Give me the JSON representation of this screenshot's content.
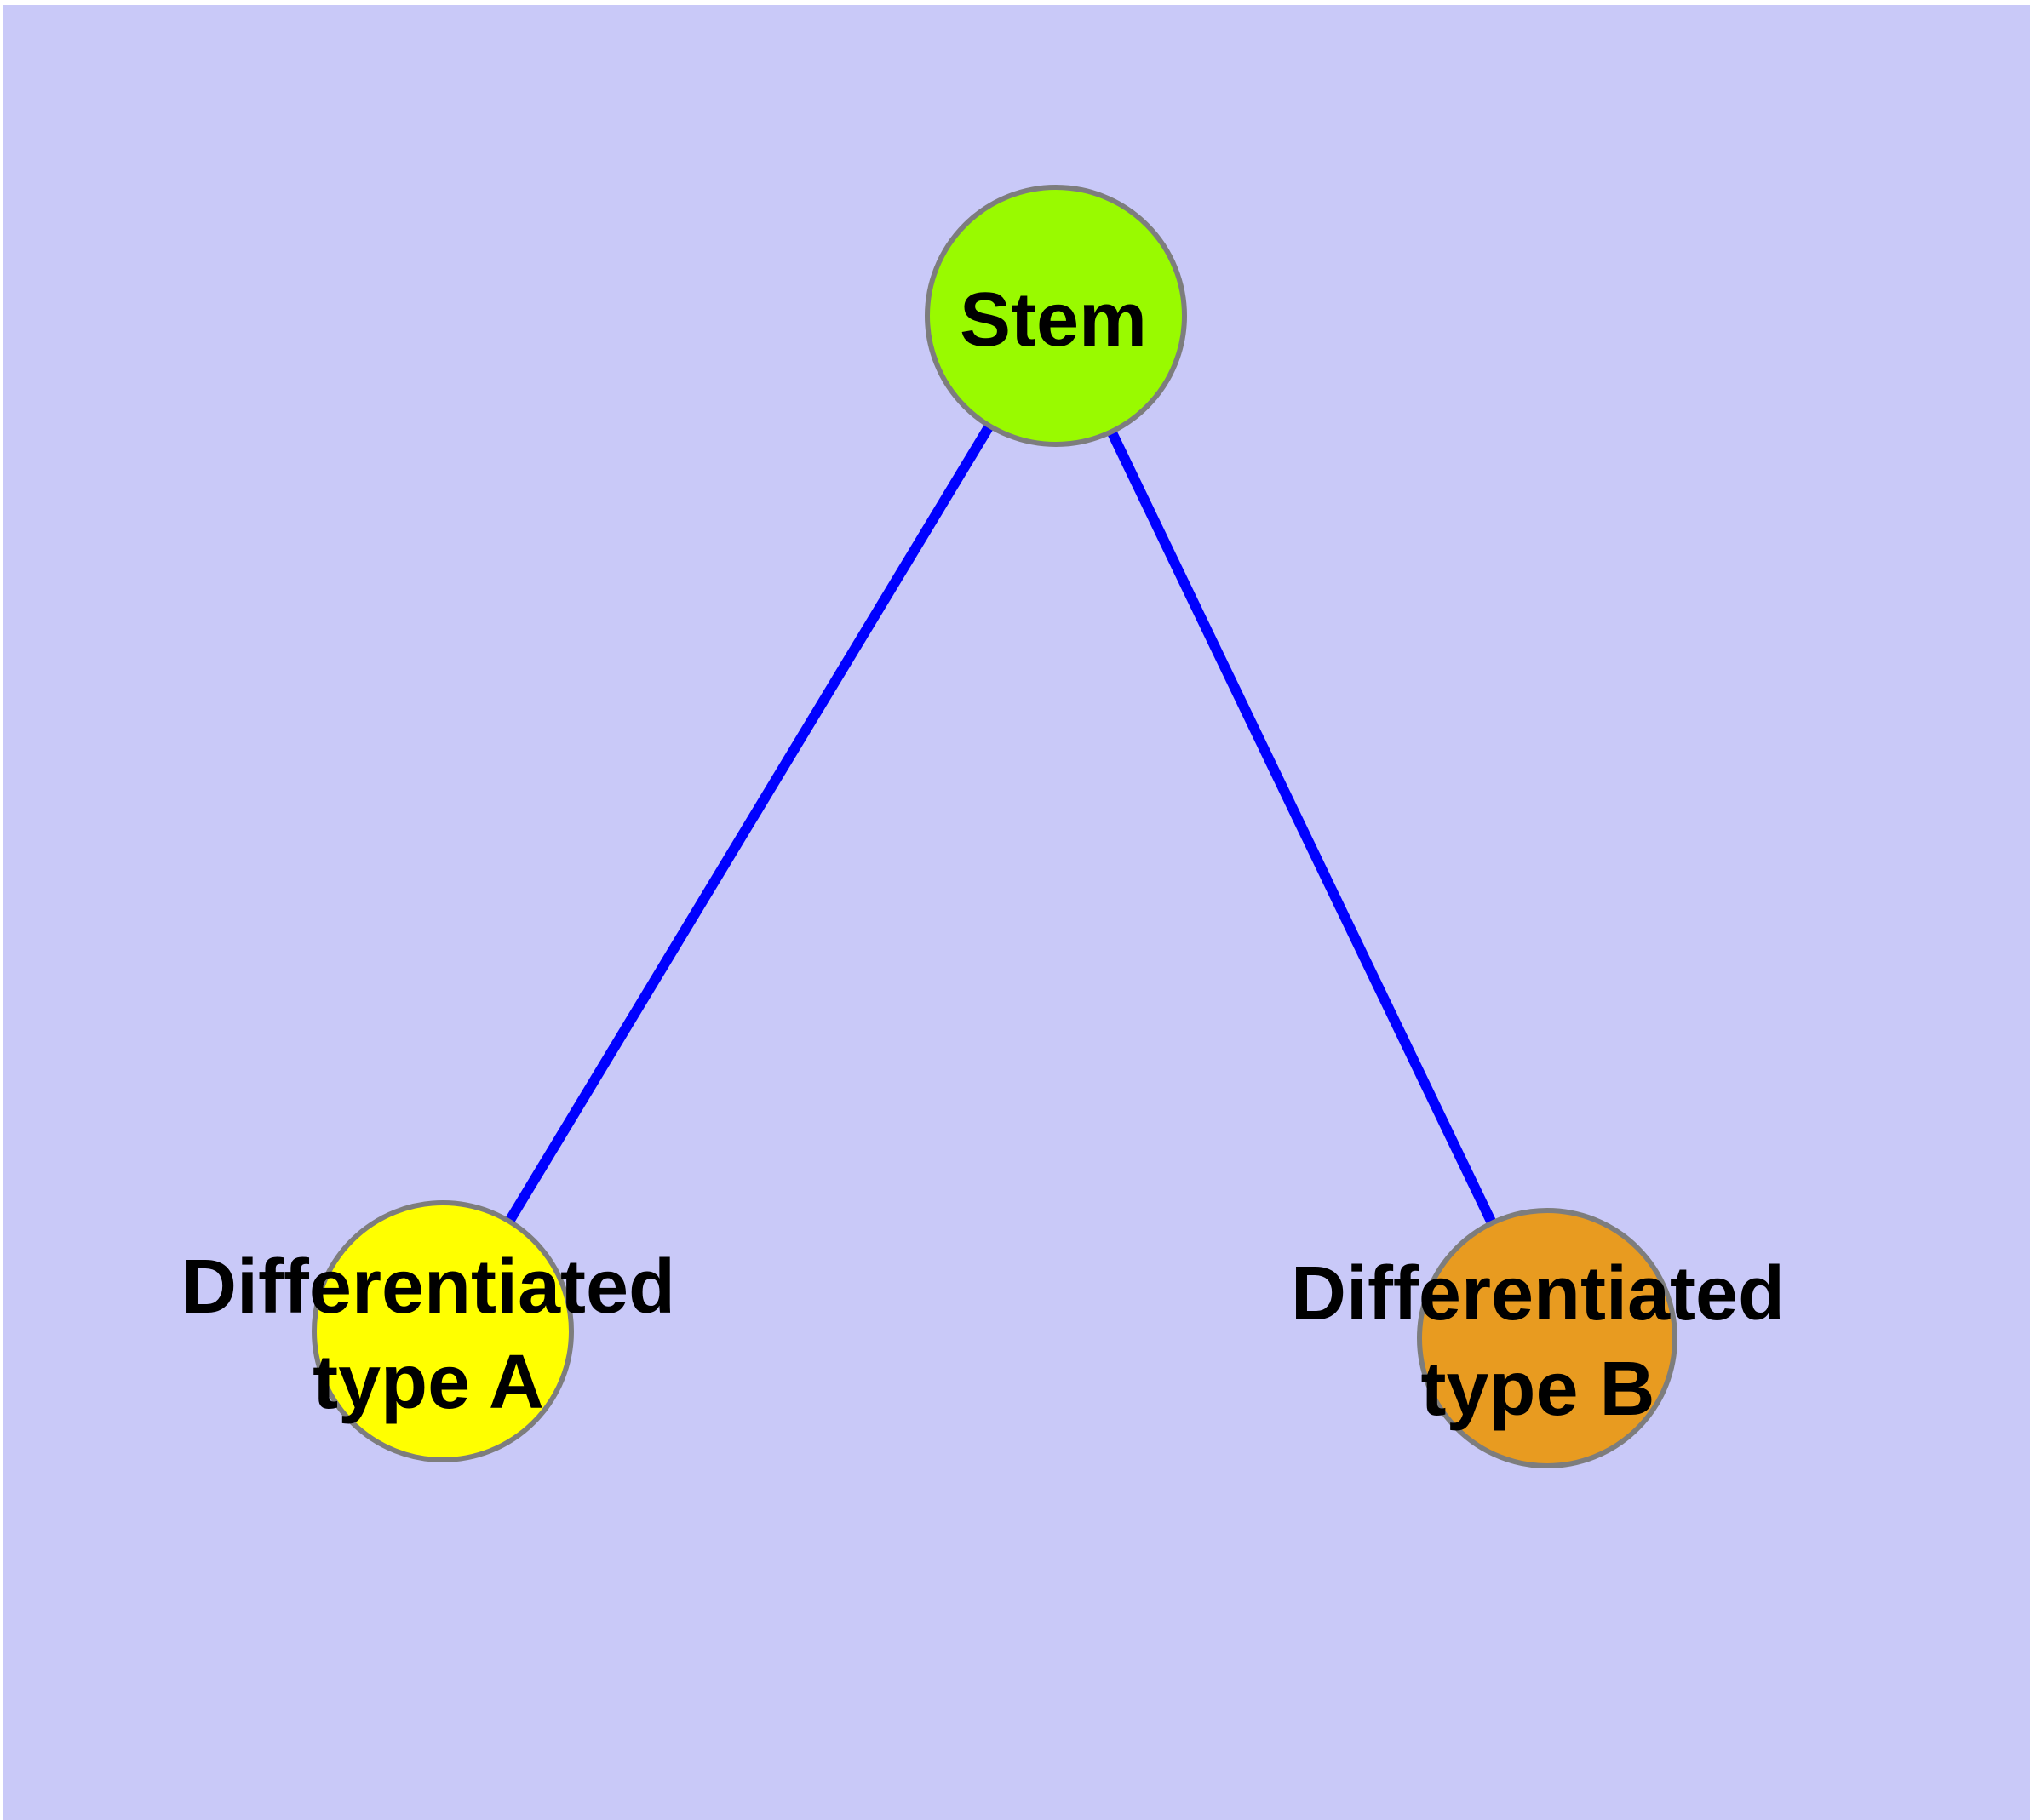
{
  "diagram": {
    "kind": "node-link-graph",
    "background_color": "#c9c9f8",
    "edge_color": "#0000ff",
    "node_border_color": "#7d7d7d",
    "label_color": "#000000",
    "nodes": [
      {
        "id": "stem",
        "label": "Stem",
        "label_lines": [
          "Stem"
        ],
        "color": "#99fa00",
        "shape": "circle"
      },
      {
        "id": "differentiated-type-a",
        "label": "Differentiated type A",
        "label_lines": [
          "Differentiated",
          "type A"
        ],
        "color": "#ffff00",
        "shape": "circle"
      },
      {
        "id": "differentiated-type-b",
        "label": "Differentiated type B",
        "label_lines": [
          "Differentiated",
          "type B"
        ],
        "color": "#e89b20",
        "shape": "circle"
      }
    ],
    "edges": [
      {
        "from": "Stem",
        "to": "Differentiated type A"
      },
      {
        "from": "Stem",
        "to": "Differentiated type B"
      }
    ]
  }
}
